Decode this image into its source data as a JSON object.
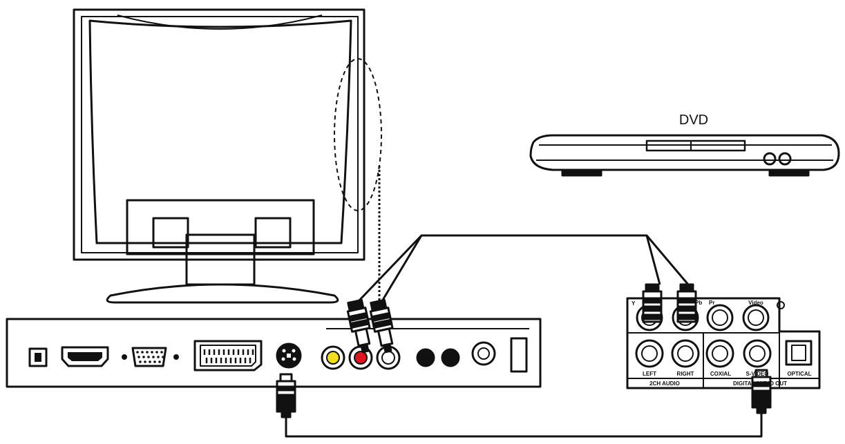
{
  "devices": {
    "dvd": {
      "label": "DVD"
    }
  },
  "dvd_panel": {
    "jack_labels": {
      "y": "Y",
      "pb": "Pb",
      "pr": "Pr",
      "video": "Video",
      "left": "LEFT",
      "right": "RIGHT",
      "coaxial": "COXIAL",
      "s_video": "S-VIDEO",
      "optical": "OPTICAL"
    },
    "group_labels": {
      "audio": "2CH AUDIO",
      "digital": "DIGITAL AUDIO OUT"
    }
  },
  "colors": {
    "line": "#111111",
    "jack_red": "#e0141e",
    "jack_yellow": "#f2de1c"
  }
}
